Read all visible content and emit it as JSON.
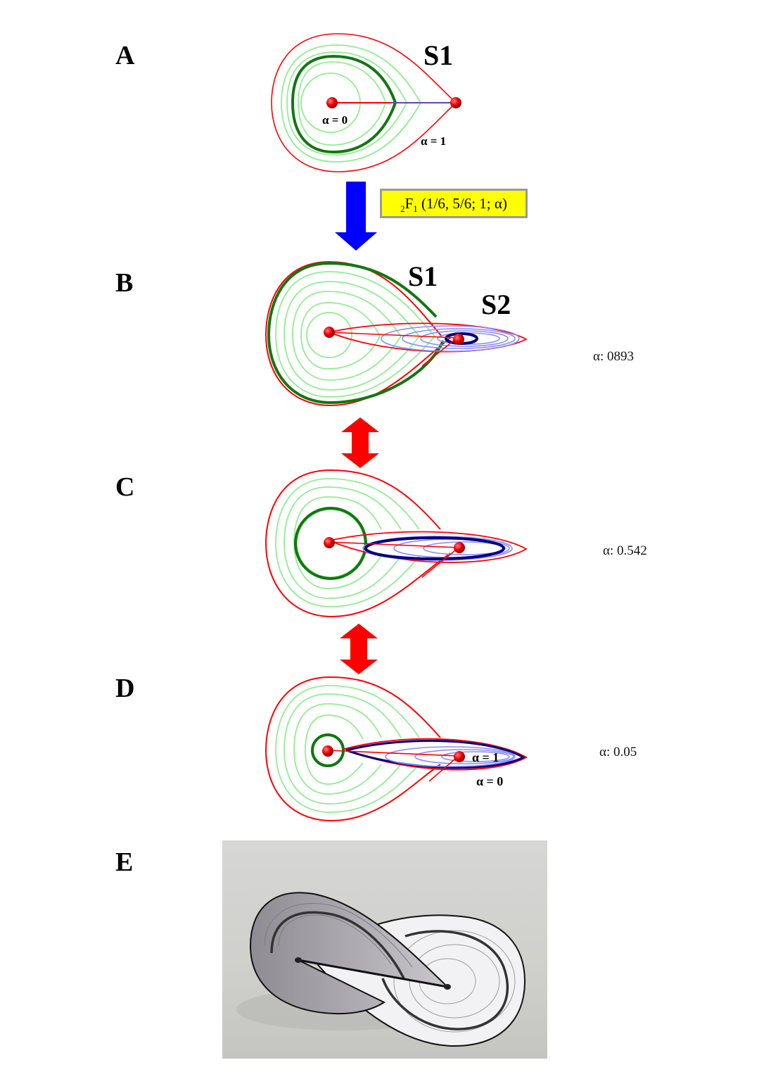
{
  "panels": [
    {
      "id": "A",
      "label": "A",
      "surface_labels": [
        "S1"
      ],
      "annotations": [
        "α = 0",
        "α = 1"
      ]
    },
    {
      "id": "B",
      "label": "B",
      "surface_labels": [
        "S1",
        "S2"
      ],
      "alpha_readout": "α: 0893"
    },
    {
      "id": "C",
      "label": "C",
      "alpha_readout": "α: 0.542"
    },
    {
      "id": "D",
      "label": "D",
      "annotations": [
        "α = 1",
        "α = 0"
      ],
      "alpha_readout": "α: 0.05"
    },
    {
      "id": "E",
      "label": "E"
    }
  ],
  "formula": {
    "prefix_sub": "2",
    "main": "F",
    "main_sub": "1",
    "args": " (1/6, 5/6; 1; α)"
  },
  "colors": {
    "boundary": "#ff0000",
    "s1_contour": "#90ee90",
    "s1_highlight": "#117711",
    "s2_contour": "#8c8cff",
    "s2_highlight": "#000080",
    "arrow_transform": "#0000ff",
    "arrow_bidirectional": "#ff0000",
    "formula_bg": "#ffff00"
  },
  "icons": {
    "transform_arrow": "down-arrow-icon",
    "bidirectional_arrow": "up-down-arrow-icon"
  }
}
